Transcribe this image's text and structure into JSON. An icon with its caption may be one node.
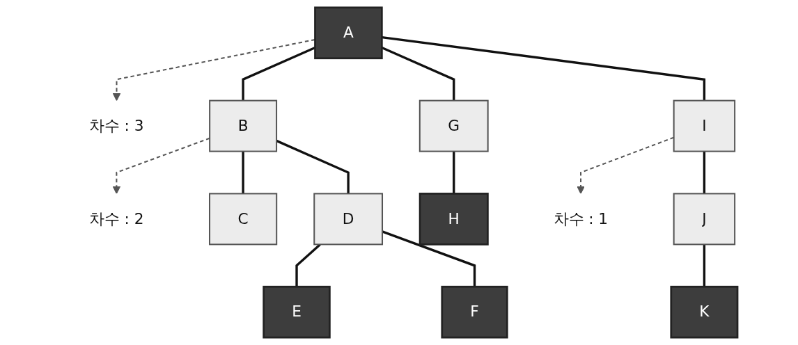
{
  "diagram": {
    "nodes": [
      {
        "text": [
          "차수 : 3"
        ]
      },
      {
        "text": [
          "A"
        ]
      },
      {
        "text": [
          "차수 : 2"
        ]
      },
      {
        "text": [
          "차수 : 1"
        ]
      },
      {
        "text": [
          "B"
        ]
      },
      {
        "text": [
          "G"
        ]
      },
      {
        "text": [
          "I"
        ]
      },
      {
        "text": [
          "C"
        ]
      },
      {
        "text": [
          "D"
        ]
      },
      {
        "text": [
          "H"
        ]
      },
      {
        "text": [
          "J"
        ]
      },
      {
        "text": [
          "E"
        ]
      },
      {
        "text": [
          "F"
        ]
      },
      {
        "text": [
          "K"
        ]
      }
    ],
    "edges": [
      {
        "from": 1,
        "to": 0,
        "arrow": "to",
        "style": "dashed"
      },
      {
        "from": 1,
        "to": 4,
        "arrow": "none"
      },
      {
        "from": 1,
        "to": 5,
        "arrow": "none"
      },
      {
        "from": 1,
        "to": 6,
        "arrow": "none"
      },
      {
        "from": 4,
        "to": 2,
        "arrow": "to",
        "style": "dashed"
      },
      {
        "from": 6,
        "to": 3,
        "arrow": "to",
        "style": "dashed"
      },
      {
        "from": 4,
        "to": 7,
        "arrow": "none"
      },
      {
        "from": 4,
        "to": 8,
        "arrow": "none"
      },
      {
        "from": 5,
        "to": 9,
        "arrow": "none"
      },
      {
        "from": 6,
        "to": 10,
        "arrow": "none"
      },
      {
        "from": 8,
        "to": 11,
        "arrow": "none"
      },
      {
        "from": 8,
        "to": 12,
        "arrow": "none"
      },
      {
        "from": 10,
        "to": 13,
        "arrow": "none"
      }
    ]
  }
}
